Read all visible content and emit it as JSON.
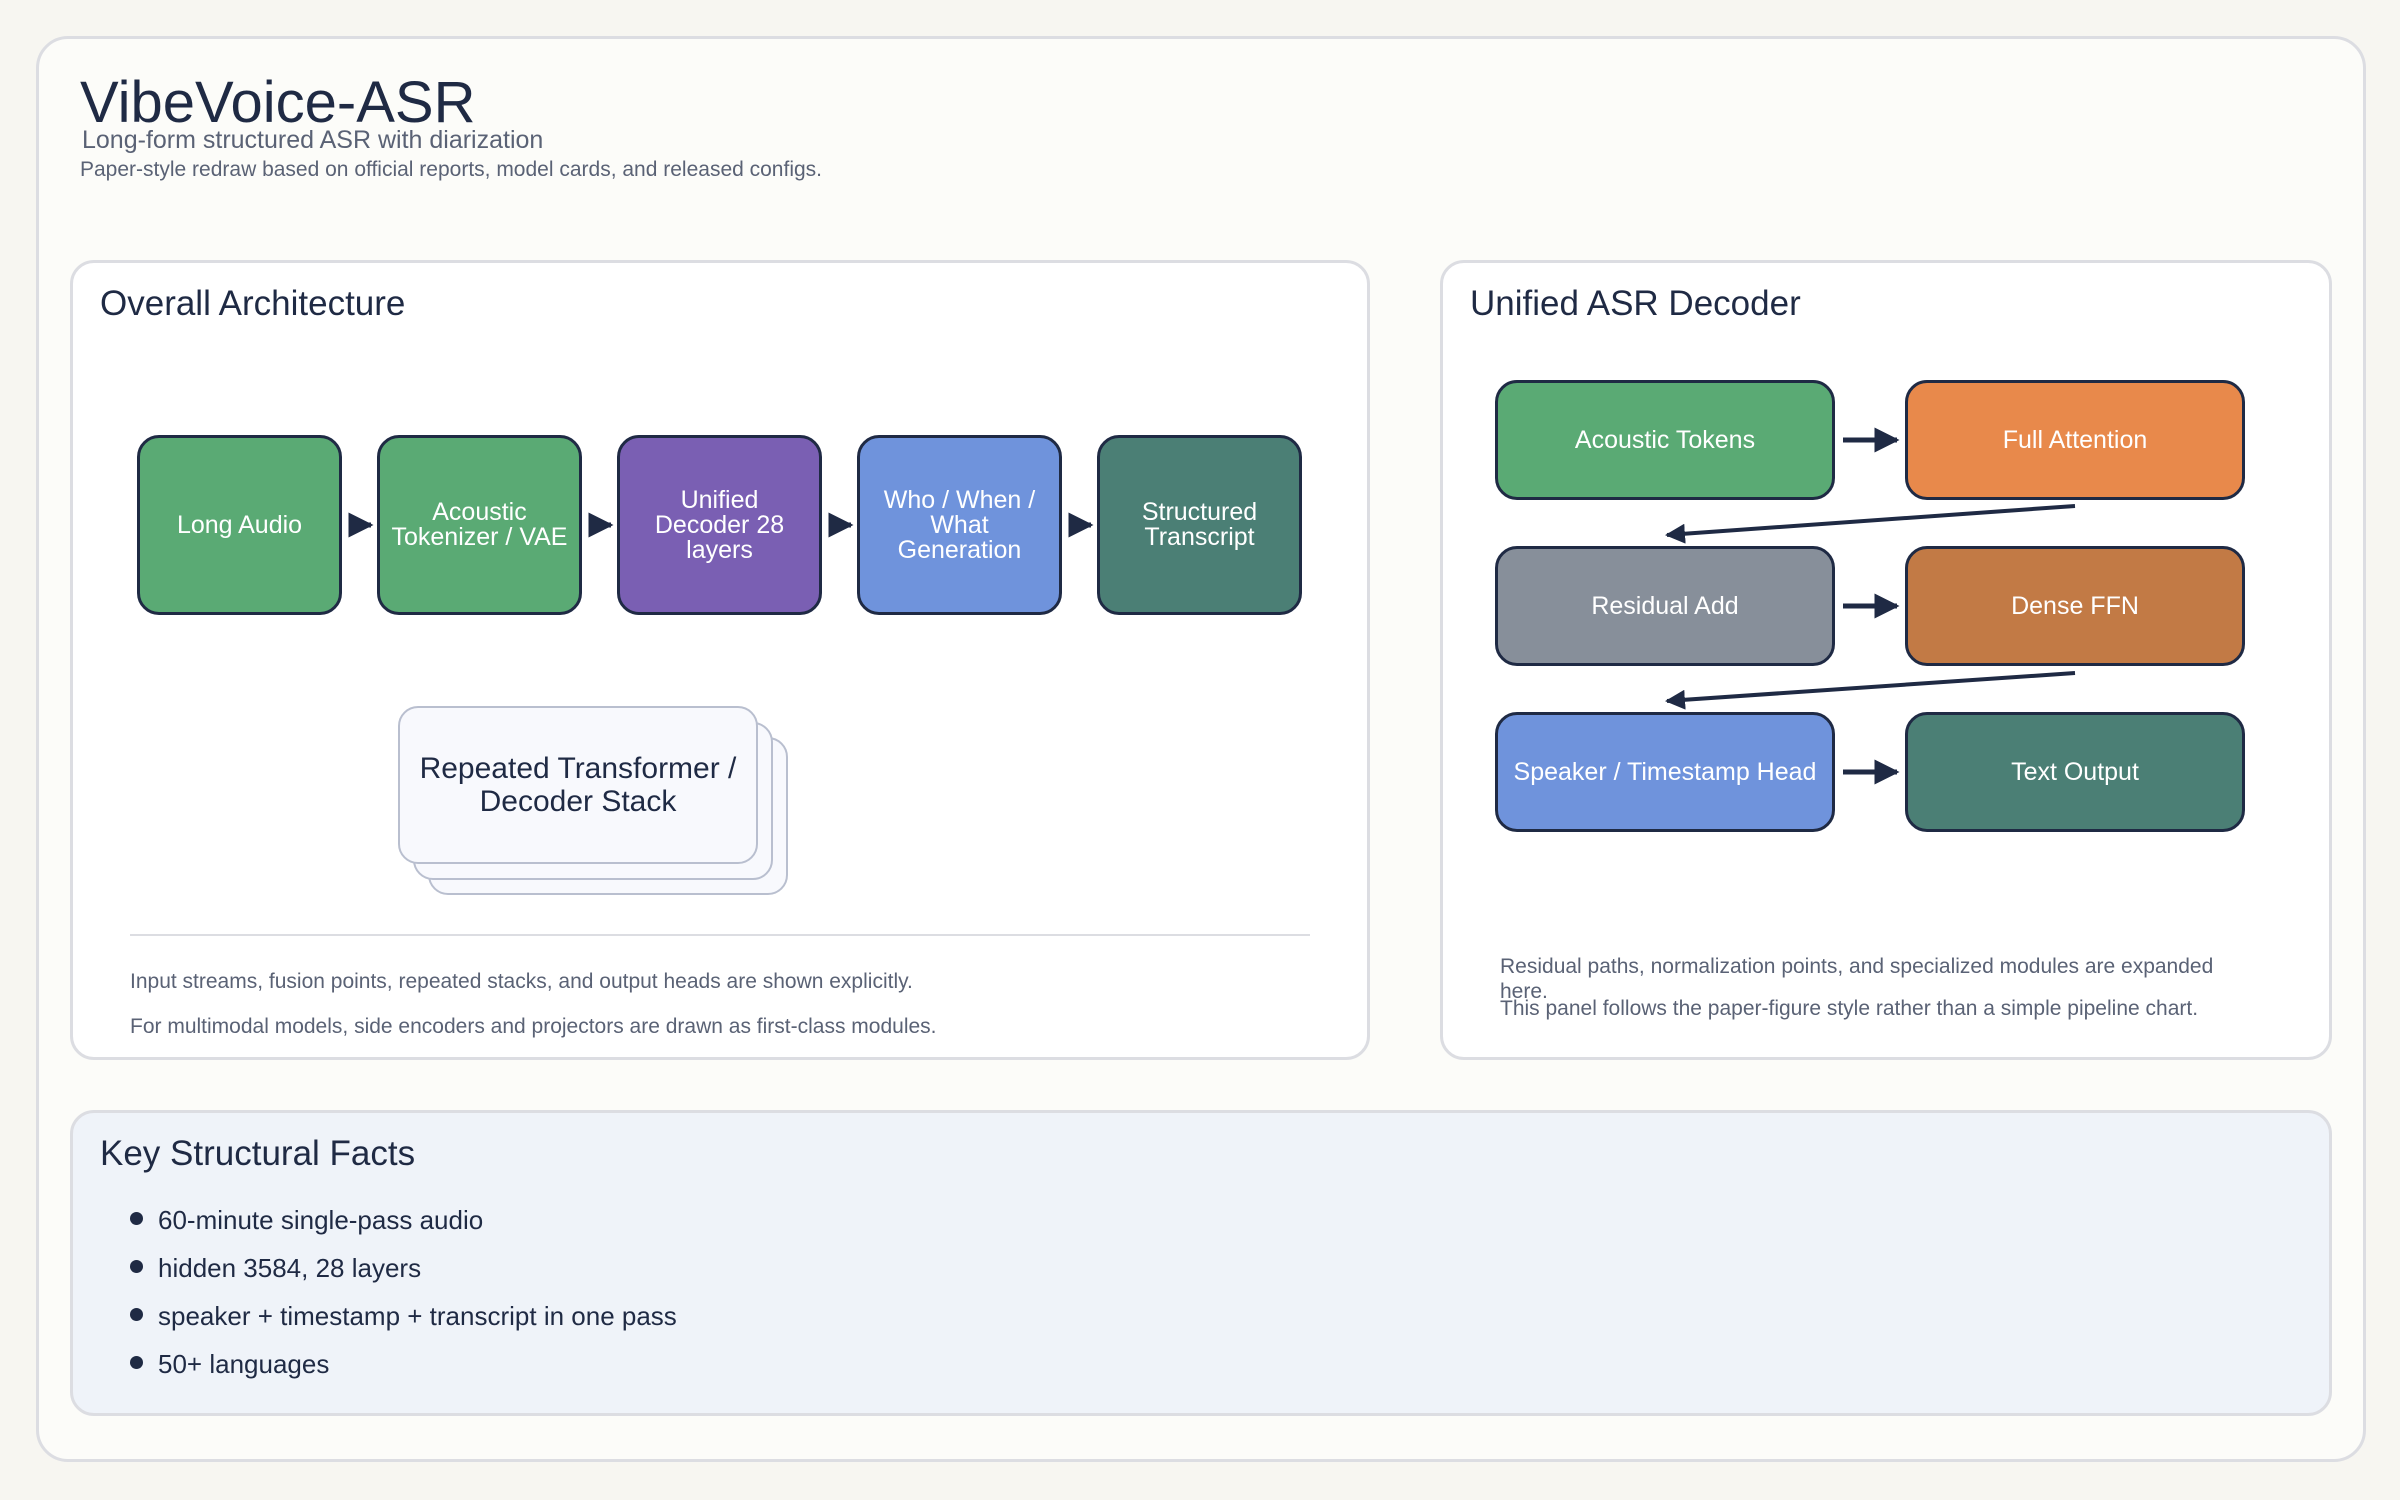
{
  "header": {
    "title": "VibeVoice-ASR",
    "subtitle": "Long-form structured ASR with diarization",
    "note": "Paper-style redraw based on official reports, model cards, and released configs."
  },
  "overall": {
    "title": "Overall Architecture",
    "nodes": [
      {
        "label": "Long Audio",
        "color": "#5aaa74"
      },
      {
        "label": "Acoustic Tokenizer / VAE",
        "color": "#5aaa74"
      },
      {
        "label": "Unified Decoder 28 layers",
        "color": "#7a5fb3"
      },
      {
        "label": "Who / When / What Generation",
        "color": "#6f93dc"
      },
      {
        "label": "Structured Transcript",
        "color": "#4b7f75"
      }
    ],
    "stack_label": "Repeated Transformer / Decoder Stack",
    "notes": [
      "Input streams, fusion points, repeated stacks, and output heads are shown explicitly.",
      "For multimodal models, side encoders and projectors are drawn as first-class modules."
    ]
  },
  "decoder": {
    "title": "Unified ASR Decoder",
    "nodes": [
      {
        "label": "Acoustic Tokens",
        "color": "#5aaa74"
      },
      {
        "label": "Full Attention",
        "color": "#e8894b"
      },
      {
        "label": "Residual Add",
        "color": "#878f9a"
      },
      {
        "label": "Dense FFN",
        "color": "#c27a45"
      },
      {
        "label": "Speaker / Timestamp Head",
        "color": "#6f93dc"
      },
      {
        "label": "Text Output",
        "color": "#4b7f75"
      }
    ],
    "notes": [
      "Residual paths, normalization points, and specialized modules are expanded here.",
      "This panel follows the paper-figure style rather than a simple pipeline chart."
    ]
  },
  "facts": {
    "title": "Key Structural Facts",
    "items": [
      "60-minute single-pass audio",
      "hidden 3584, 28 layers",
      "speaker + timestamp + transcript in one pass",
      "50+ languages"
    ]
  },
  "colors": {
    "ink": "#1f2a44",
    "muted": "#5a6275",
    "border": "#dcdde2"
  }
}
